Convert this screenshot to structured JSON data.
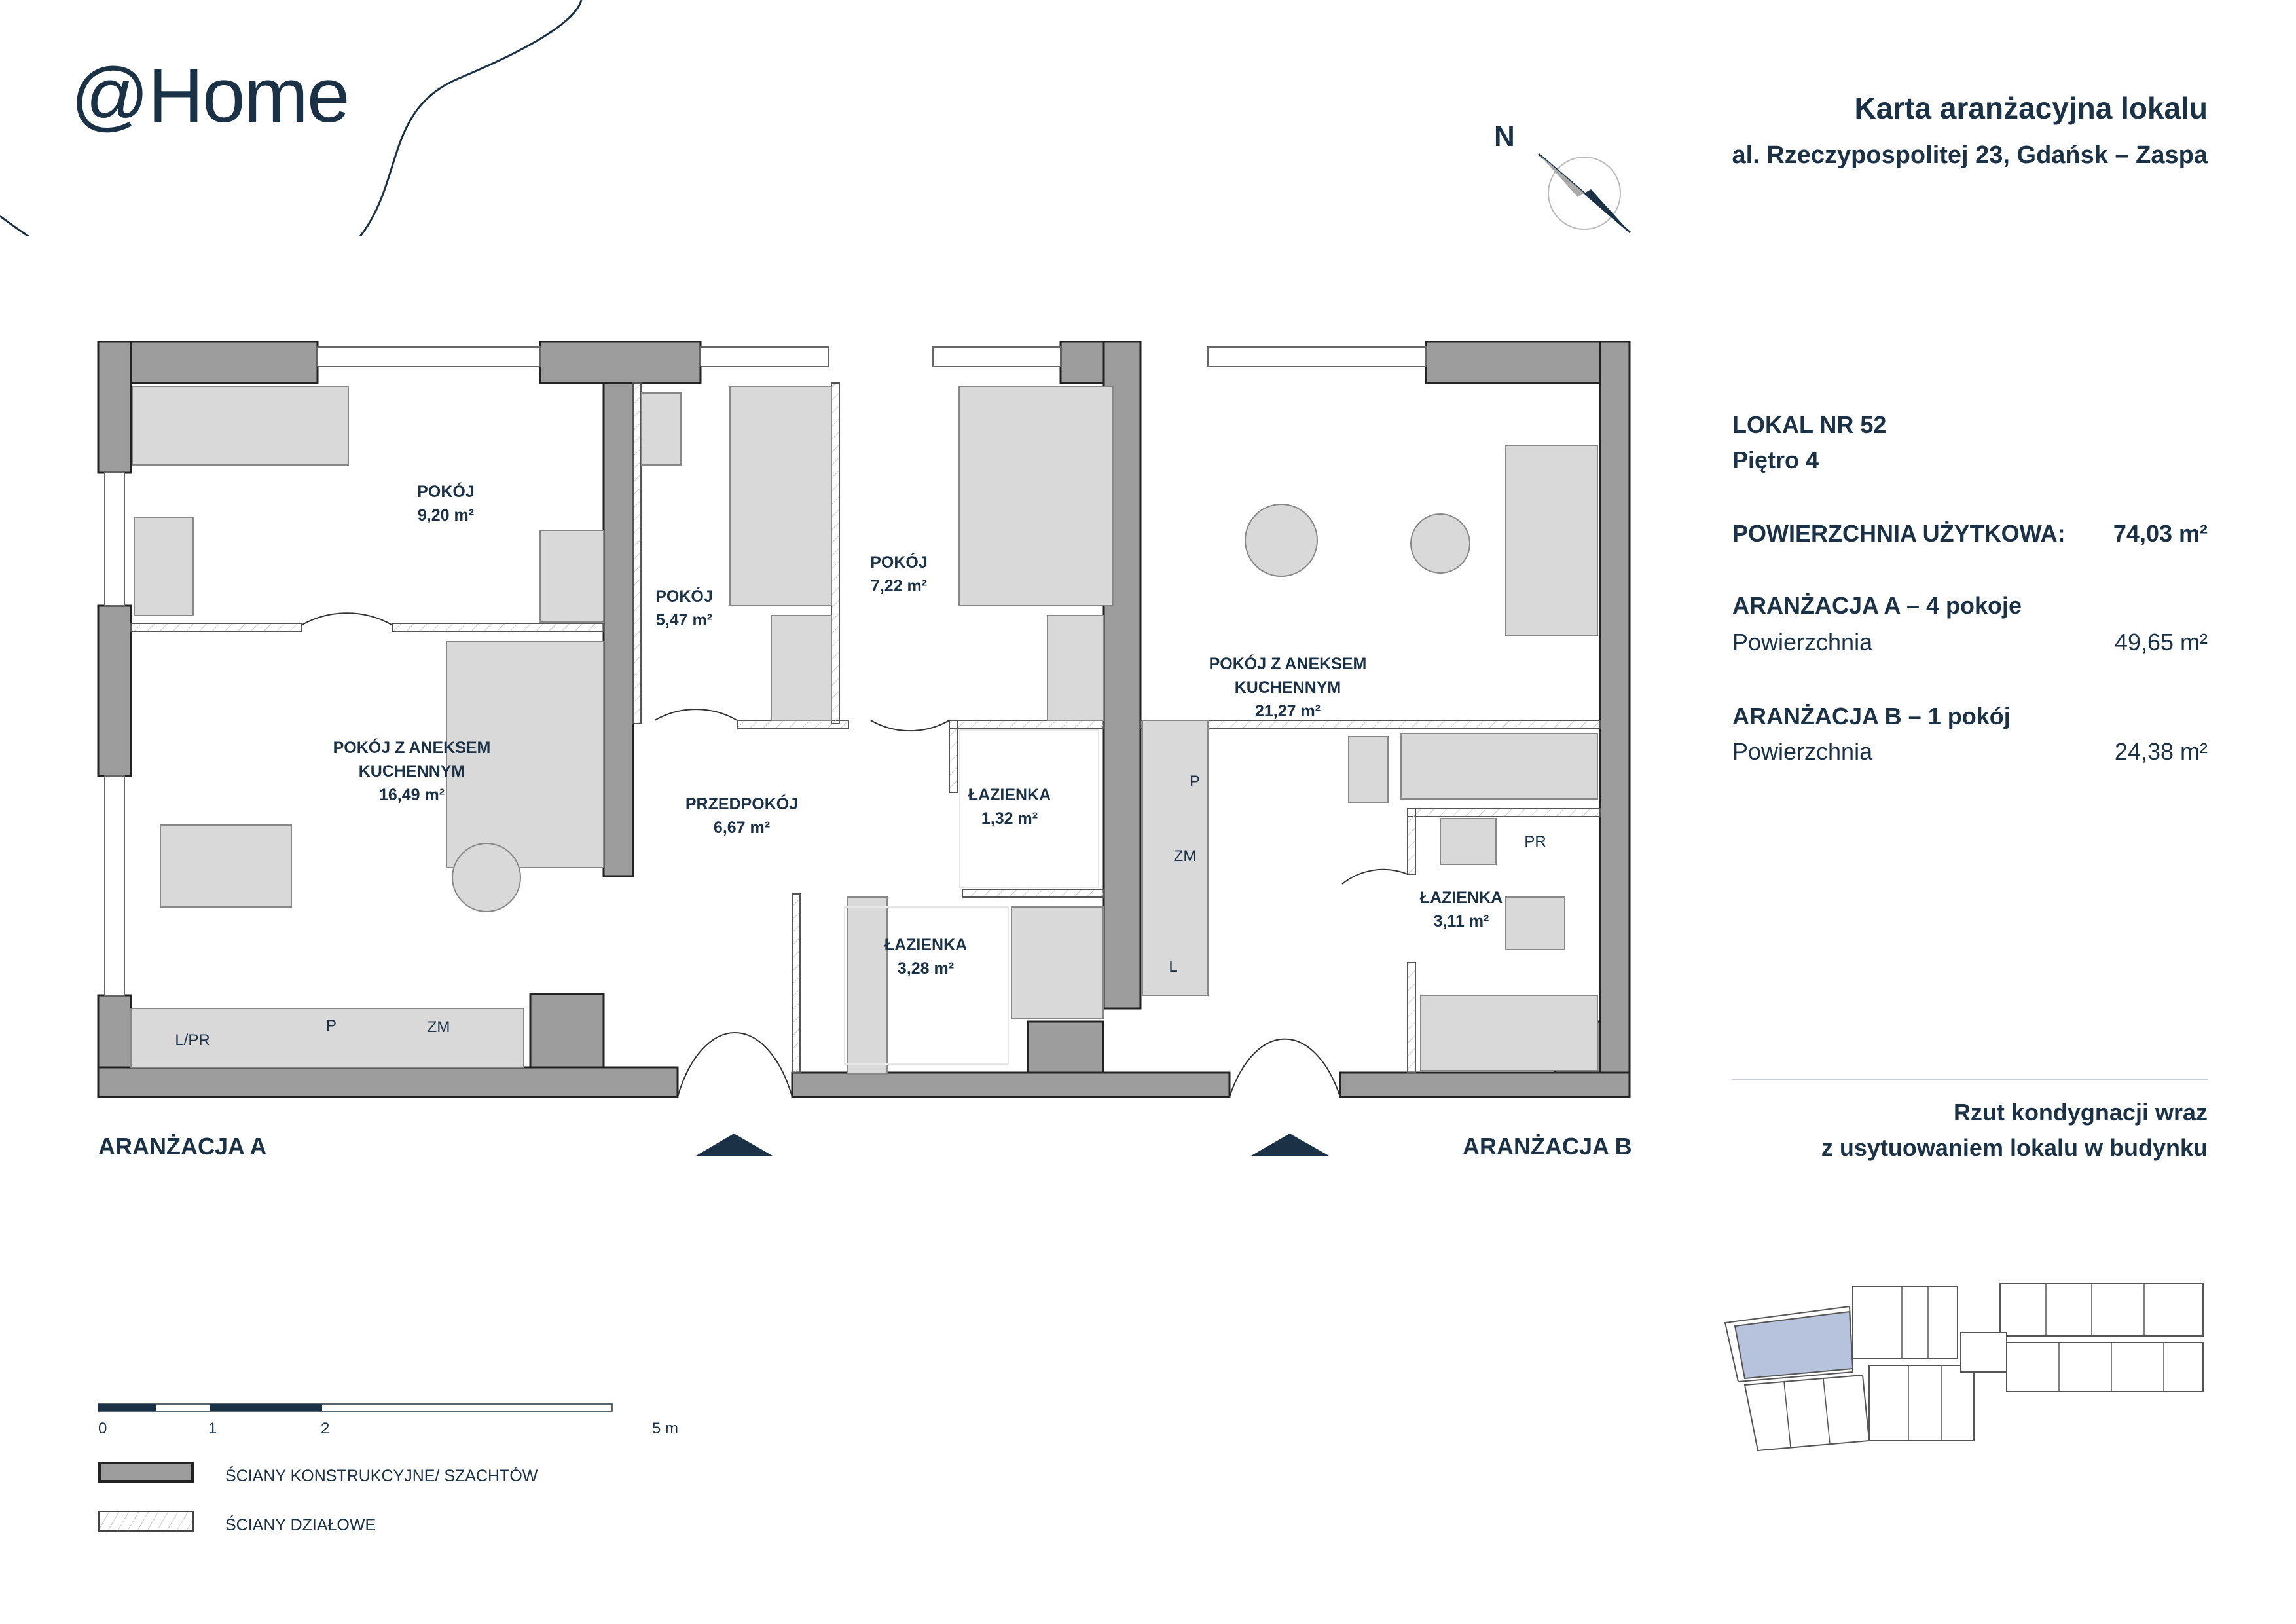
{
  "header": {
    "logo": "@Home",
    "title": "Karta aranżacyjna lokalu",
    "address": "al. Rzeczypospolitej 23, Gdańsk – Zaspa",
    "north_label": "N"
  },
  "unit": {
    "number_label": "LOKAL NR 52",
    "floor": "Piętro 4",
    "usable_area_label": "POWIERZCHNIA UŻYTKOWA:",
    "usable_area_value": "74,03 m²",
    "arrangement_a": {
      "title": "ARANŻACJA A – 4 pokoje",
      "area_label": "Powierzchnia",
      "area_value": "49,65 m²"
    },
    "arrangement_b": {
      "title": "ARANŻACJA B – 1 pokój",
      "area_label": "Powierzchnia",
      "area_value": "24,38 m²"
    },
    "location_caption_1": "Rzut kondygnacji wraz",
    "location_caption_2": "z usytuowaniem lokalu w budynku"
  },
  "plan": {
    "label_a": "ARANŻACJA A",
    "label_b": "ARANŻACJA B",
    "rooms": [
      {
        "name": "POKÓJ",
        "area": "9,20 m²"
      },
      {
        "name": "POKÓJ Z ANEKSEM",
        "name2": "KUCHENNYM",
        "area": "16,49 m²"
      },
      {
        "name": "POKÓJ",
        "area": "5,47 m²"
      },
      {
        "name": "POKÓJ",
        "area": "7,22 m²"
      },
      {
        "name": "PRZEDPOKÓJ",
        "area": "6,67 m²"
      },
      {
        "name": "ŁAZIENKA",
        "area": "1,32 m²"
      },
      {
        "name": "ŁAZIENKA",
        "area": "3,28 m²"
      },
      {
        "name": "POKÓJ Z ANEKSEM",
        "name2": "KUCHENNYM",
        "area": "21,27 m²"
      },
      {
        "name": "ŁAZIENKA",
        "area": "3,11 m²"
      }
    ],
    "fixtures": [
      "L/PR",
      "P",
      "ZM",
      "P",
      "ZM",
      "L",
      "PR"
    ]
  },
  "scale": {
    "ticks": [
      "0",
      "1",
      "2",
      "5 m"
    ]
  },
  "legend": [
    {
      "label": "ŚCIANY KONSTRUKCYJNE/ SZACHTÓW"
    },
    {
      "label": "ŚCIANY DZIAŁOWE"
    }
  ],
  "colors": {
    "brand": "#1b3246",
    "wall": "#9d9d9d",
    "furniture": "#d9d9d9",
    "highlight": "#b7c3dc"
  }
}
